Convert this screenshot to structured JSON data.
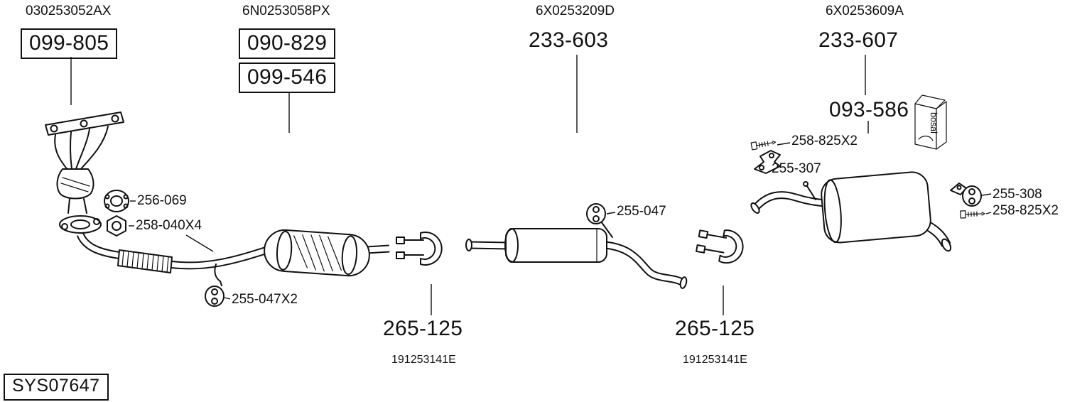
{
  "system": {
    "code": "SYS07647"
  },
  "brand": {
    "name": "bosal"
  },
  "sections": {
    "manifold": {
      "oem": "030253052AX",
      "part": "099-805"
    },
    "catalyst": {
      "oem": "6N0253058PX",
      "part_top": "090-829",
      "part_bottom": "099-546"
    },
    "middle": {
      "oem": "6X0253209D",
      "part": "233-603"
    },
    "rear": {
      "oem": "6X0253609A",
      "part": "233-607"
    },
    "tailpipe": {
      "part": "093-586"
    }
  },
  "hardware": {
    "gasket": "256-069",
    "nut": "258-040X4",
    "front_hanger": "255-047X2",
    "middle_hanger": "255-047",
    "front_clamp": {
      "part": "265-125",
      "oem": "191253141E"
    },
    "rear_clamp": {
      "part": "265-125",
      "oem": "191253141E"
    },
    "rear_screw_top": "258-825X2",
    "rear_bracket": "255-307",
    "rear_hanger": "255-308",
    "rear_screw_bottom": "258-825X2"
  },
  "colors": {
    "line": "#111111",
    "background": "#ffffff"
  }
}
